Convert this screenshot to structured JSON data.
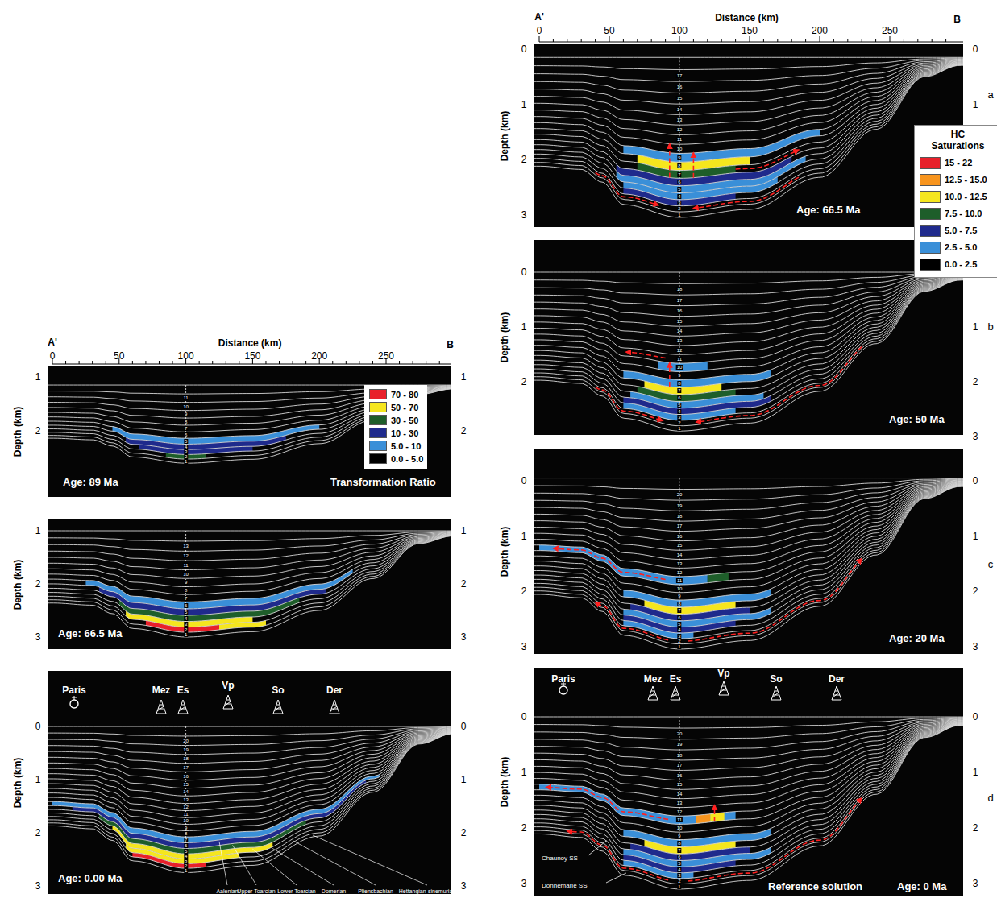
{
  "diagram": {
    "nodes": [
      {
        "text": [
          "Age: 89 Ma",
          "Transformation Ratio"
        ]
      },
      {
        "text": [
          "Age: 66.5 Ma"
        ]
      },
      {
        "text": [
          "Age: 0.00 Ma"
        ]
      },
      {
        "text": [
          "Age: 66.5 Ma"
        ]
      },
      {
        "text": [
          "Age: 50 Ma"
        ]
      },
      {
        "text": [
          "Age: 20 Ma"
        ]
      },
      {
        "text": [
          "Reference solution",
          "Age: 0 Ma"
        ]
      },
      {
        "text": [
          "HC Saturations"
        ]
      }
    ],
    "labels": [
      "A'",
      "Distance (km)",
      "0",
      "50",
      "100",
      "150",
      "200",
      "250",
      "B",
      "A'",
      "Distance (km)",
      "0",
      "50",
      "100",
      "150",
      "200",
      "250",
      "B",
      "Depth (km)",
      "1",
      "2",
      "1",
      "2",
      "1",
      "2",
      "3",
      "4",
      "5",
      "6",
      "7",
      "8",
      "9",
      "10",
      "11",
      "Depth (km)",
      "1",
      "2",
      "3",
      "1",
      "2",
      "3",
      "1",
      "2",
      "3",
      "4",
      "5",
      "6",
      "7",
      "8",
      "9",
      "10",
      "11",
      "12",
      "13",
      "Depth (km)",
      "0",
      "1",
      "2",
      "3",
      "0",
      "1",
      "2",
      "3",
      "1",
      "2",
      "3",
      "4",
      "5",
      "6",
      "7",
      "8",
      "9",
      "10",
      "11",
      "12",
      "13",
      "14",
      "15",
      "16",
      "17",
      "18",
      "19",
      "20",
      "Depth (km)",
      "0",
      "1",
      "2",
      "3",
      "0",
      "1",
      "1",
      "2",
      "3",
      "4",
      "5",
      "6",
      "7",
      "8",
      "9",
      "10",
      "11",
      "12",
      "13",
      "14",
      "15",
      "16",
      "17",
      "Depth (km)",
      "0",
      "1",
      "2",
      "1",
      "2",
      "3",
      "1",
      "2",
      "3",
      "4",
      "5",
      "6",
      "7",
      "8",
      "9",
      "10",
      "11",
      "12",
      "13",
      "14",
      "15",
      "16",
      "17",
      "18",
      "Depth (km)",
      "0",
      "1",
      "2",
      "3",
      "0",
      "1",
      "2",
      "3",
      "1",
      "2",
      "3",
      "4",
      "5",
      "6",
      "7",
      "8",
      "9",
      "10",
      "11",
      "12",
      "13",
      "14",
      "15",
      "16",
      "17",
      "18",
      "19",
      "20",
      "Depth (km)",
      "0",
      "1",
      "2",
      "3",
      "0",
      "1",
      "2",
      "3",
      "1",
      "2",
      "3",
      "4",
      "5",
      "6",
      "7",
      "8",
      "9",
      "10",
      "11",
      "12",
      "13",
      "14",
      "15",
      "16",
      "17",
      "18",
      "19",
      "20",
      "Paris",
      "Mez",
      "Es",
      "Vp",
      "So",
      "Der",
      "Aalenian",
      "Upper Toarcian",
      "Lower Toarcian",
      "Domerian",
      "Pliensbachian",
      "Hettangian-sinemurian",
      "Paris",
      "Mez",
      "Es",
      "Vp",
      "So",
      "Der",
      "Chaunoy SS",
      "Donnemarie SS",
      "a",
      "b",
      "c",
      "d"
    ],
    "legend": [
      {
        "text": "70 - 80",
        "color": "#e8202a"
      },
      {
        "text": "50 - 70",
        "color": "#f5e61e"
      },
      {
        "text": "30 - 50",
        "color": "#1e5e2a"
      },
      {
        "text": "10 - 30",
        "color": "#1f2a8c"
      },
      {
        "text": "5.0 - 10",
        "color": "#3a8fd8"
      },
      {
        "text": "0.0 - 5.0",
        "color": "#000000"
      },
      {
        "text": "15 - 22",
        "color": "#e8202a"
      },
      {
        "text": "12.5 - 15.0",
        "color": "#f7941d"
      },
      {
        "text": "10.0 - 12.5",
        "color": "#f5e61e"
      },
      {
        "text": "7.5 - 10.0",
        "color": "#1e5e2a"
      },
      {
        "text": "5.0 - 7.5",
        "color": "#1f2a8c"
      },
      {
        "text": "2.5 - 5.0",
        "color": "#3a8fd8"
      },
      {
        "text": "0.0 - 2.5",
        "color": "#000000"
      }
    ]
  }
}
